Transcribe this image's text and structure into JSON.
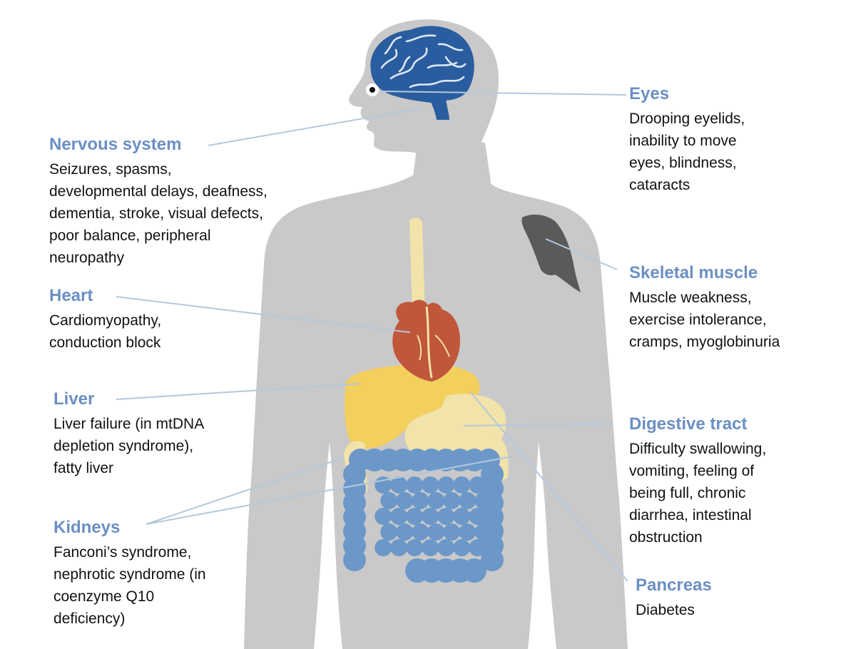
{
  "colors": {
    "heading": "#6b8fc4",
    "body": "#111111",
    "silhouette": "#c9c9c9",
    "brain": "#2a5d9f",
    "heart": "#c0563a",
    "liver": "#f3cf5e",
    "esophagus_stomach": "#f1e3a9",
    "intestine": "#6b98c8",
    "muscle": "#5a5a5a",
    "leader_line": "#b4c8df"
  },
  "labels": {
    "nervous": {
      "title": "Nervous system",
      "text": "Seizures, spasms,\ndevelopmental delays, deafness,\ndementia, stroke, visual defects,\npoor balance, peripheral\nneuropathy"
    },
    "heart": {
      "title": "Heart",
      "text": "Cardiomyopathy,\nconduction block"
    },
    "liver": {
      "title": "Liver",
      "text": "Liver failure (in mtDNA\ndepletion syndrome),\nfatty liver"
    },
    "kidneys": {
      "title": "Kidneys",
      "text": "Fanconi’s syndrome,\nnephrotic syndrome (in\ncoenzyme Q10\ndeficiency)"
    },
    "eyes": {
      "title": "Eyes",
      "text": "Drooping eyelids,\ninability to move\neyes, blindness,\ncataracts"
    },
    "muscle": {
      "title": "Skeletal muscle",
      "text": "Muscle weakness,\nexercise intolerance,\ncramps, myoglobinuria"
    },
    "digestive": {
      "title": "Digestive tract",
      "text": "Difficulty swallowing,\nvomiting, feeling of\nbeing full, chronic\ndiarrhea, intestinal\nobstruction"
    },
    "pancreas": {
      "title": "Pancreas",
      "text": "Diabetes"
    }
  }
}
